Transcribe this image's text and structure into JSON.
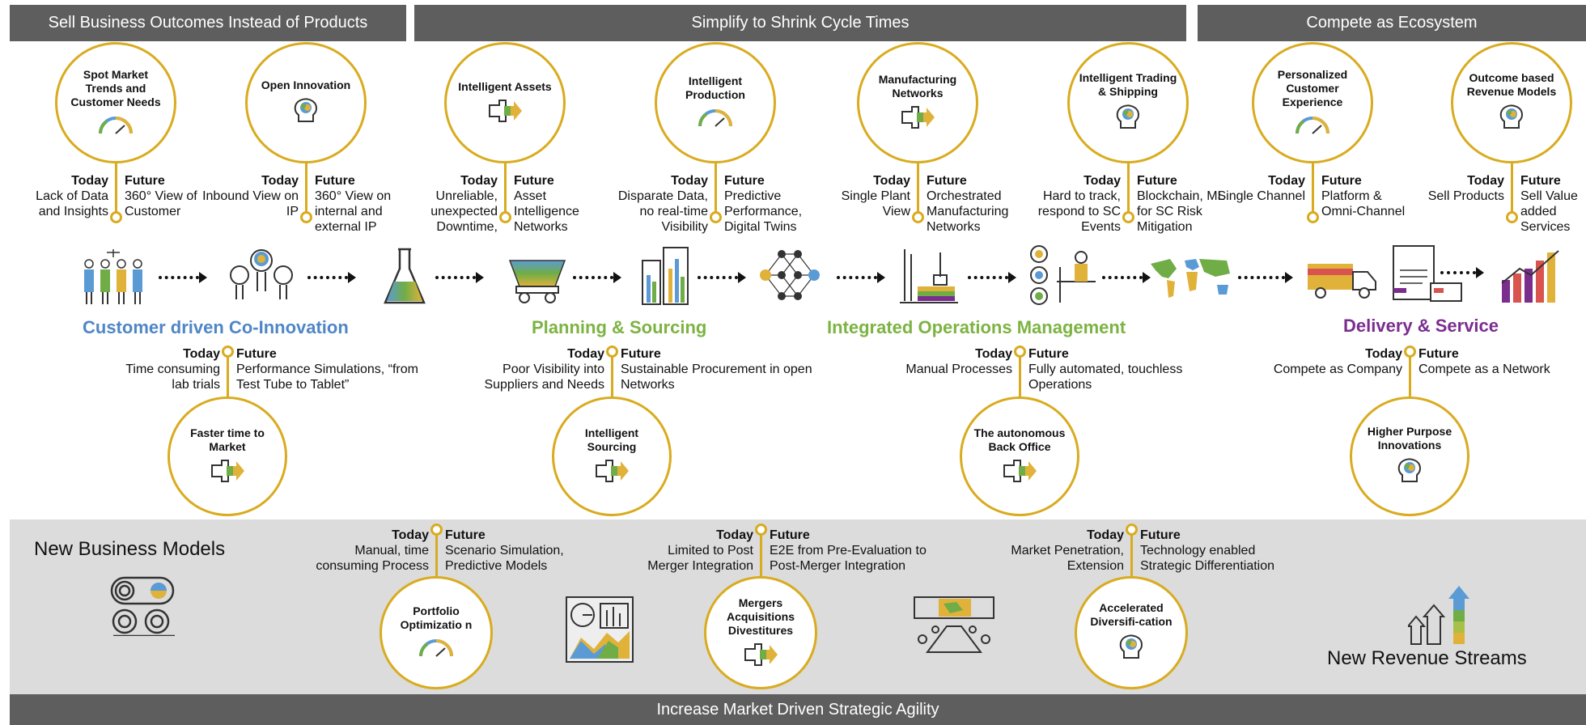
{
  "headers": {
    "h1": "Sell Business Outcomes Instead of Products",
    "h2": "Simplify to Shrink Cycle Times",
    "h3": "Compete as Ecosystem",
    "footer": "Increase Market Driven Strategic Agility"
  },
  "labels": {
    "today": "Today",
    "future": "Future"
  },
  "top_items": [
    {
      "title": "Spot Market Trends and Customer Needs",
      "today": "Lack of Data and Insights",
      "future": "360° View of Customer",
      "icon": "gauge-icon"
    },
    {
      "title": "Open Innovation",
      "today": "Inbound View on IP",
      "future": "360° View on internal and external IP",
      "icon": "brain-icon"
    },
    {
      "title": "Intelligent Assets",
      "today": "Unreliable, unexpected Downtime,",
      "future": "Asset Intelligence Networks",
      "icon": "arrow-icon"
    },
    {
      "title": "Intelligent Production",
      "today": "Disparate Data, no real-time Visibility",
      "future": "Predictive Performance, Digital Twins",
      "icon": "gauge-icon"
    },
    {
      "title": "Manufacturing Networks",
      "today": "Single Plant View",
      "future": "Orchestrated Manufacturing Networks",
      "icon": "arrow-icon"
    },
    {
      "title": "Intelligent Trading & Shipping",
      "today": "Hard to track, respond to SC Events",
      "future": "Blockchain, ML for SC Risk Mitigation",
      "icon": "brain-icon"
    },
    {
      "title": "Personalized Customer Experience",
      "today": "Single Channel",
      "future": "Platform & Omni-Channel",
      "icon": "gauge-icon"
    },
    {
      "title": "Outcome based Revenue Models",
      "today": "Sell Products",
      "future": "Sell Value added Services",
      "icon": "brain-icon"
    }
  ],
  "phases": [
    {
      "name": "Customer driven Co-Innovation",
      "color": "#4f86c6"
    },
    {
      "name": "Planning & Sourcing",
      "color": "#7cb342"
    },
    {
      "name": "Integrated Operations Management",
      "color": "#7cb342"
    },
    {
      "name": "Delivery & Service",
      "color": "#7b2d8e"
    }
  ],
  "mid_items": [
    {
      "title": "Faster time to Market",
      "today": "Time consuming lab trials",
      "future": "Performance Simulations, “from Test Tube to Tablet”",
      "icon": "arrow-icon"
    },
    {
      "title": "Intelligent Sourcing",
      "today": "Poor Visibility into Suppliers and Needs",
      "future": "Sustainable Procurement in open Networks",
      "icon": "arrow-icon"
    },
    {
      "title": "The autonomous Back Office",
      "today": "Manual Processes",
      "future": "Fully automated, touchless Operations",
      "icon": "arrow-icon"
    },
    {
      "title": "Higher Purpose Innovations",
      "today": "Compete as Company",
      "future": "Compete as a Network",
      "icon": "brain-icon"
    }
  ],
  "bottom": {
    "new_business_models": "New Business Models",
    "new_revenue_streams": "New Revenue Streams",
    "items": [
      {
        "title": "Portfolio Optimizatio n",
        "today": "Manual, time consuming Process",
        "future": "Scenario Simulation, Predictive Models",
        "icon": "gauge-icon"
      },
      {
        "title": "Mergers Acquisitions Divestitures",
        "today": "Limited to Post Merger Integration",
        "future": "E2E from Pre-Evaluation to Post-Merger Integration",
        "icon": "arrow-icon"
      },
      {
        "title": "Accelerated Diversifi-cation",
        "today": "Market Penetration, Extension",
        "future": "Technology enabled Strategic Differentiation",
        "icon": "brain-icon"
      }
    ]
  },
  "colors": {
    "gold": "#d9ab1f",
    "header": "#5e5e5e",
    "band": "#dcdcdc"
  }
}
